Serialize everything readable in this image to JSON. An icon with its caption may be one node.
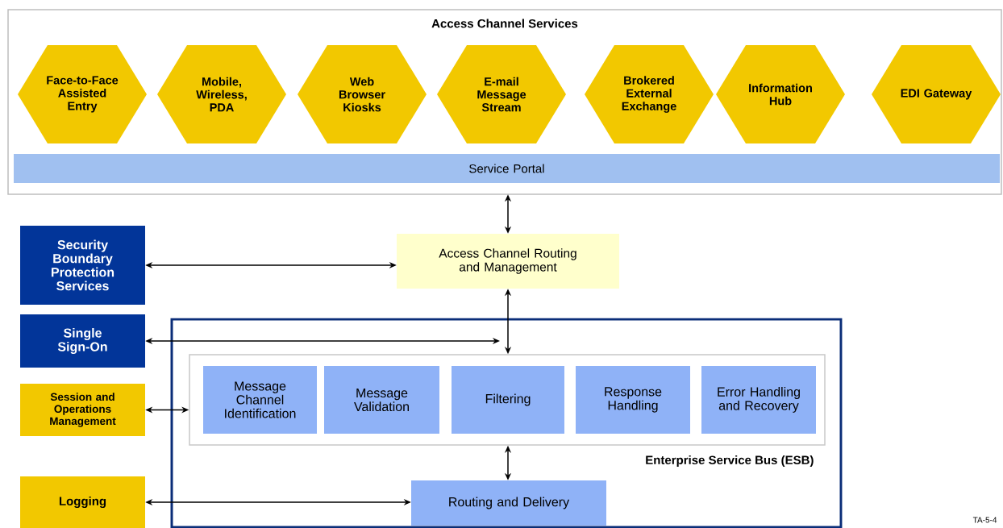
{
  "diagram": {
    "nodes": [
      {
        "text": [
          "Access Channel Services"
        ]
      },
      {
        "text": [
          "Face-to-Face Assisted Entry"
        ],
        "in": 0
      },
      {
        "text": [
          "Mobile, Wireless, PDA"
        ],
        "in": 0
      },
      {
        "text": [
          "Web Browser Kiosks"
        ],
        "in": 0
      },
      {
        "text": [
          "E-mail Message Stream"
        ],
        "in": 0
      },
      {
        "text": [
          "Brokered External Exchange"
        ],
        "in": 0
      },
      {
        "text": [
          "Information Hub"
        ],
        "in": 0
      },
      {
        "text": [
          "EDI Gateway"
        ],
        "in": 0
      },
      {
        "text": [
          "Service Portal"
        ],
        "in": 0
      },
      {
        "text": [
          "Access Channel Routing and Management"
        ]
      },
      {
        "text": [
          "Security Boundary Protection Services"
        ]
      },
      {
        "text": [
          "Single Sign-On"
        ]
      },
      {
        "text": [
          "Session and Operations Management"
        ]
      },
      {
        "text": [
          "Logging"
        ]
      },
      {
        "text": [
          "Enterprise Service Bus (ESB)"
        ]
      },
      {
        "text": [],
        "shape": "box",
        "in": 14
      },
      {
        "text": [
          "Message Channel Identification"
        ],
        "in": 15
      },
      {
        "text": [
          "Message Validation"
        ],
        "in": 15
      },
      {
        "text": [
          "Filtering"
        ],
        "in": 15
      },
      {
        "text": [
          "Response Handling"
        ],
        "in": 15
      },
      {
        "text": [
          "Error Handling and Recovery"
        ],
        "in": 15
      },
      {
        "text": [
          "Routing and Delivery"
        ],
        "in": 14
      }
    ],
    "edges": [
      {
        "from": 0,
        "to": 9,
        "arrow": "both"
      },
      {
        "from": 10,
        "to": 9,
        "arrow": "both"
      },
      {
        "from": 9,
        "to": 15,
        "arrow": "both"
      },
      {
        "from": 11,
        "to": 15,
        "arrow": "both"
      },
      {
        "from": 12,
        "to": 15,
        "arrow": "both"
      },
      {
        "from": 15,
        "to": 21,
        "arrow": "both"
      },
      {
        "from": 13,
        "to": 21,
        "arrow": "both"
      }
    ],
    "labels": [
      "TA-5-4"
    ]
  }
}
